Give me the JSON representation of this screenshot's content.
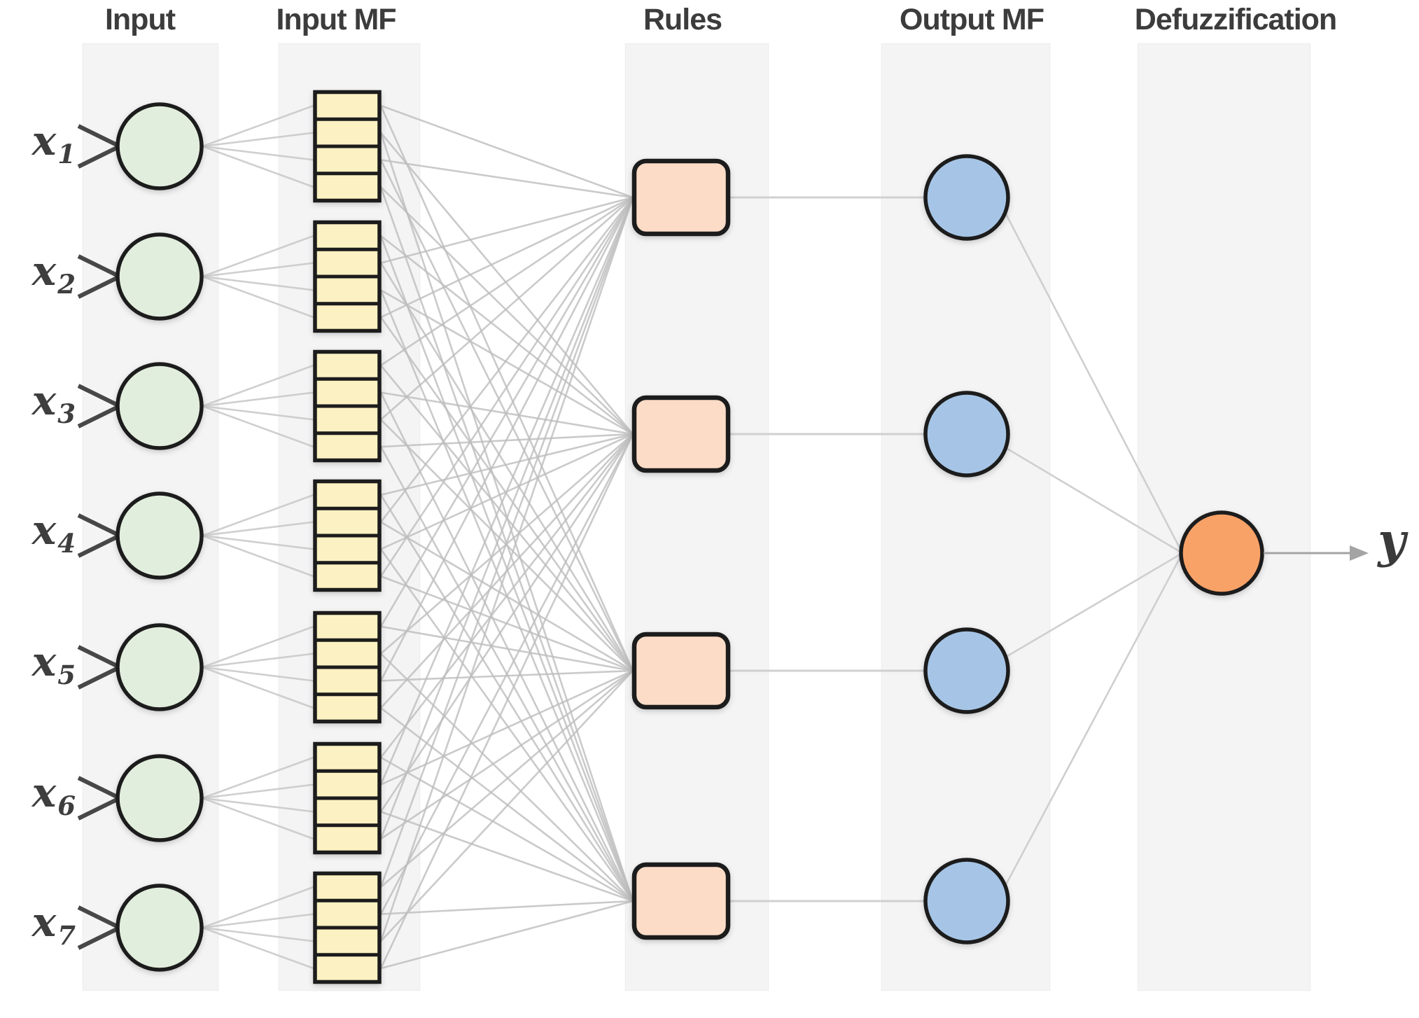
{
  "headers": [
    "Input",
    "Input MF",
    "Rules",
    "Output MF",
    "Defuzzification"
  ],
  "inputs": [
    {
      "base": "x",
      "sub": "1"
    },
    {
      "base": "x",
      "sub": "2"
    },
    {
      "base": "x",
      "sub": "3"
    },
    {
      "base": "x",
      "sub": "4"
    },
    {
      "base": "x",
      "sub": "5"
    },
    {
      "base": "x",
      "sub": "6"
    },
    {
      "base": "x",
      "sub": "7"
    }
  ],
  "output": {
    "label": "y"
  },
  "network": {
    "input_count": 7,
    "mf_cells_per_input": 4,
    "rule_count": 4,
    "output_mf_count": 4,
    "defuzzification_count": 1
  },
  "colors": {
    "input_fill": "#e2eedd",
    "mf_fill": "#fbf1c2",
    "rule_fill": "#fcdcc7",
    "output_mf_fill": "#a6c5e6",
    "defuzz_fill": "#f9a268",
    "node_stroke": "#1b1b1b",
    "link": "#c7c7c7",
    "link_dark": "#bdbdbd",
    "input_arrow": "#474747",
    "output_arrow": "#a4a4a4",
    "header_text": "#3c3c3c",
    "band": "#f4f4f5"
  }
}
